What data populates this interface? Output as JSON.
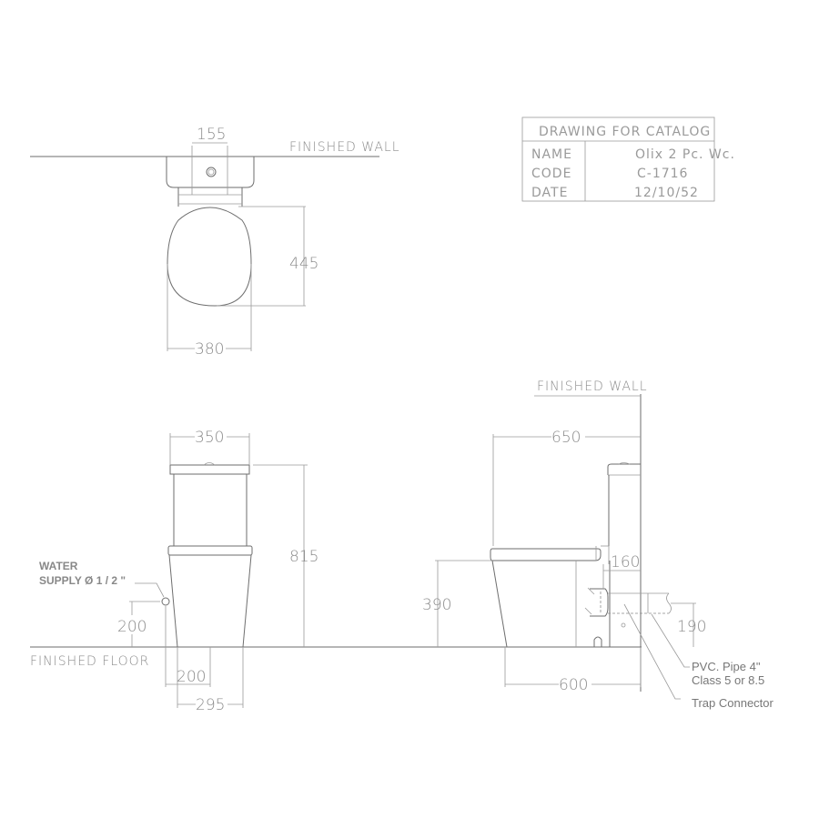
{
  "title_block": {
    "heading": "DRAWING FOR CATALOG",
    "rows": [
      {
        "label": "NAME",
        "value": "Olix 2 Pc. Wc."
      },
      {
        "label": "CODE",
        "value": "C-1716"
      },
      {
        "label": "DATE",
        "value": "12/10/52"
      }
    ]
  },
  "plan_view": {
    "wall_label": "FINISHED WALL",
    "dim_outlet_width": "155",
    "dim_length": "445",
    "dim_width": "380"
  },
  "front_view": {
    "dim_tank_width": "350",
    "dim_total_height": "815",
    "dim_supply_height": "200",
    "dim_supply_offset": "200",
    "dim_base_width": "295",
    "floor_label": "FINISHED FLOOR",
    "water_supply_label_line1": "WATER",
    "water_supply_label_line2": "SUPPLY Ø 1 / 2 \""
  },
  "side_view": {
    "wall_label": "FINISHED WALL",
    "dim_total_depth": "650",
    "dim_seat_height": "390",
    "dim_base_depth": "600",
    "dim_outlet_offset": "160",
    "dim_outlet_height": "190",
    "pipe_label_line1": "PVC. Pipe 4\"",
    "pipe_label_line2": "Class 5 or 8.5",
    "trap_label": "Trap Connector"
  }
}
